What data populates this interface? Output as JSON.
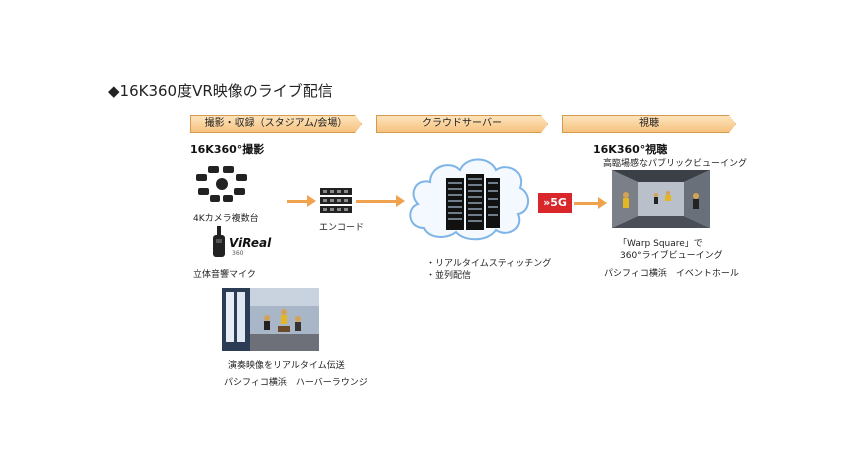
{
  "title": "◆16K360度VR映像のライブ配信",
  "stages": {
    "capture": "撮影・収録（スタジアム/会場）",
    "cloud": "クラウドサーバー",
    "viewing": "視聴"
  },
  "capture": {
    "heading": "16K360°撮影",
    "camera_label": "4Kカメラ複数台",
    "mic_brand": "ViReal",
    "mic_sub": "360",
    "mic_label": "立体音響マイク",
    "stream_label": "演奏映像をリアルタイム伝送",
    "stream_location": "パシフィコ横浜　ハーバーラウンジ"
  },
  "encode": {
    "label": "エンコード"
  },
  "cloud": {
    "bullet1": "・リアルタイムスティッチング",
    "bullet2": "・並列配信"
  },
  "network": {
    "badge": "»5G"
  },
  "viewing": {
    "heading": "16K360°視聴",
    "subheading": "高臨場感なパブリックビューイング",
    "caption1": "「Warp Square」で",
    "caption2": "360°ライブビューイング",
    "location": "パシフィコ横浜　イベントホール"
  },
  "colors": {
    "stage_fill": "#f6c27e",
    "arrow": "#f0a24f",
    "badge": "#d8262b"
  }
}
